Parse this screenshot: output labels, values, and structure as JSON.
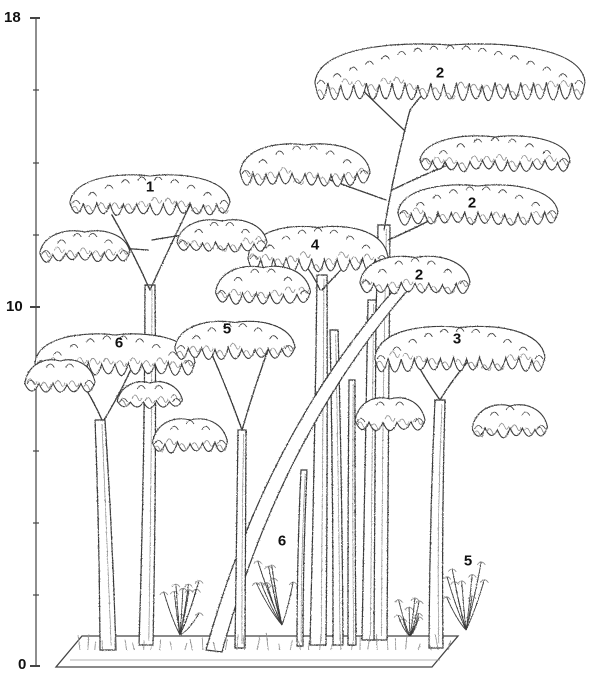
{
  "height_axis": {
    "ticks": [
      {
        "value": 0,
        "label": "0"
      },
      {
        "value": 10,
        "label": "10"
      },
      {
        "value": 18,
        "label": "18"
      }
    ],
    "minor_ticks_between_labels": true
  },
  "tree_labels": [
    {
      "id": "t1",
      "label": "1"
    },
    {
      "id": "t2a",
      "label": "2"
    },
    {
      "id": "t2b",
      "label": "2"
    },
    {
      "id": "t2c",
      "label": "2"
    },
    {
      "id": "t3",
      "label": "3"
    },
    {
      "id": "t4",
      "label": "4"
    },
    {
      "id": "t5a",
      "label": "5"
    },
    {
      "id": "t5b",
      "label": "5"
    },
    {
      "id": "t6a",
      "label": "6"
    },
    {
      "id": "t6b",
      "label": "6"
    }
  ],
  "style": {
    "ink": "#3a3a3a",
    "shade": "#8a8a8a",
    "paper": "#ffffff"
  }
}
